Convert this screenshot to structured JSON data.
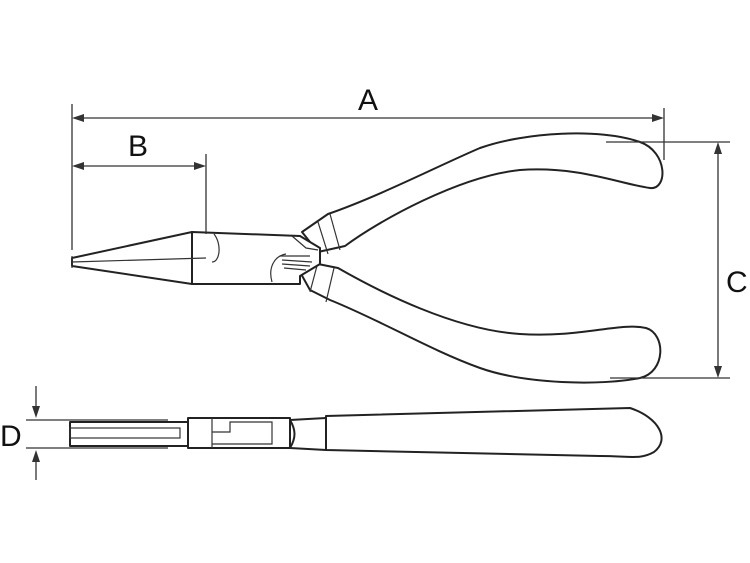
{
  "diagram": {
    "labels": {
      "a": "A",
      "b": "B",
      "c": "C",
      "d": "D"
    },
    "colors": {
      "line": "#222222",
      "background": "#ffffff"
    }
  }
}
